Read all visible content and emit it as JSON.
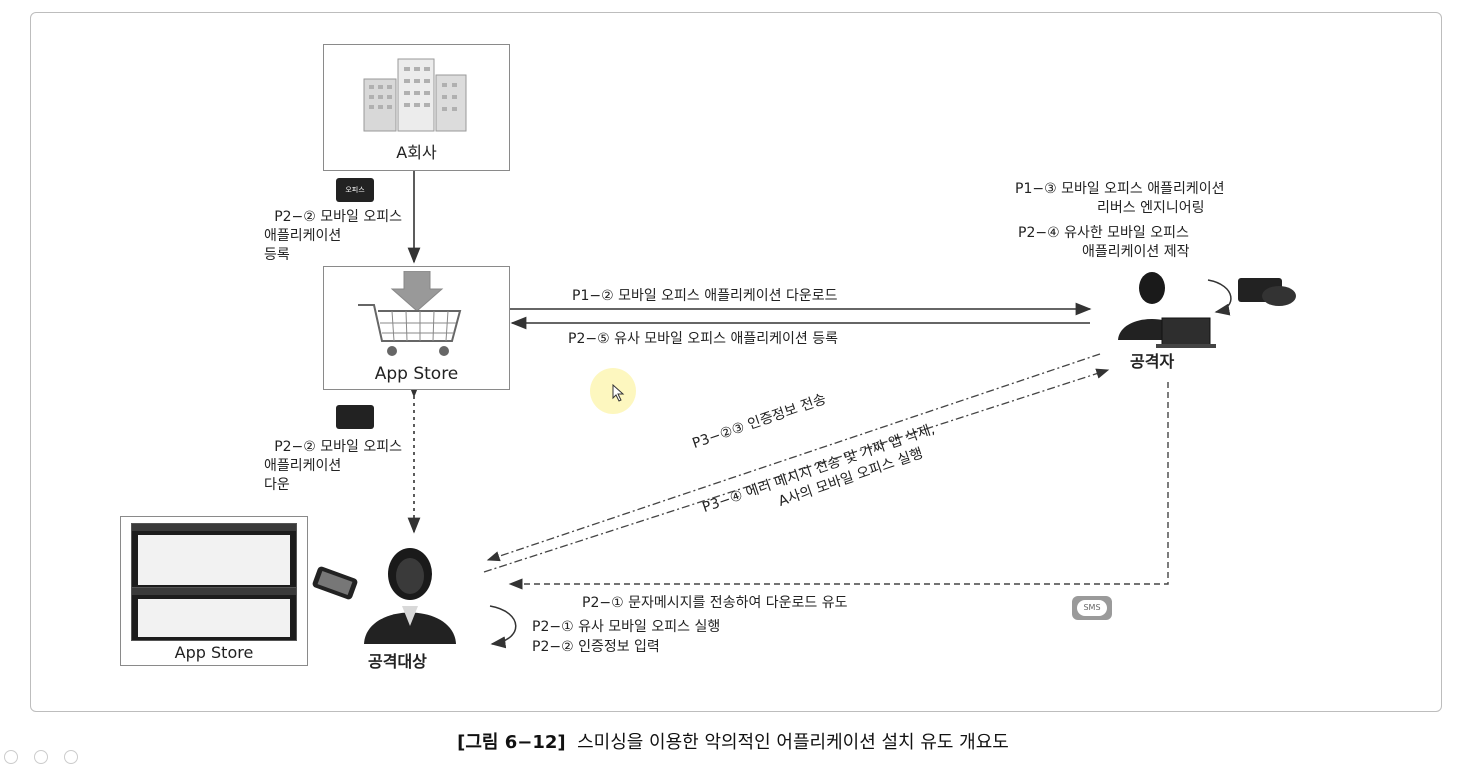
{
  "nodes": {
    "company": "A회사",
    "app_store": "App Store",
    "attacker": "공격자",
    "target": "공격대상",
    "phone_app_store": "App Store"
  },
  "labels": {
    "p2_2_register": [
      "P2−② 모바일 오피스",
      "애플리케이션",
      "등록"
    ],
    "p2_2_download": [
      "P2−② 모바일 오피스",
      "애플리케이션",
      "다운"
    ],
    "p1_3": [
      "P1−③ 모바일 오피스 애플리케이션",
      "리버스 엔지니어링"
    ],
    "p2_4": [
      "P2−④ 유사한 모바일 오피스",
      "애플리케이션 제작"
    ],
    "p1_2": "P1−② 모바일 오피스 애플리케이션 다운로드",
    "p2_5": "P2−⑤ 유사 모바일 오피스 애플리케이션 등록",
    "p3_23": "P3−②③ 인증정보 전송",
    "p3_4": [
      "P3−④ 에러 메시지 전송 및 가짜 앱 삭제,",
      "A사의 모바일 오피스 실행"
    ],
    "p2_1_sms": "P2−① 문자메시지를 전송하여 다운로드 유도",
    "p2_1_run": "P2−① 유사 모바일 오피스 실행",
    "p2_2_auth": "P2−② 인증정보 입력"
  },
  "icons": {
    "office_badge": "오피스",
    "sms_badge": "SMS"
  },
  "caption": {
    "figure": "[그림 6−12]",
    "text": "스미싱을 이용한 악의적인 어플리케이션 설치 유도 개요도"
  }
}
